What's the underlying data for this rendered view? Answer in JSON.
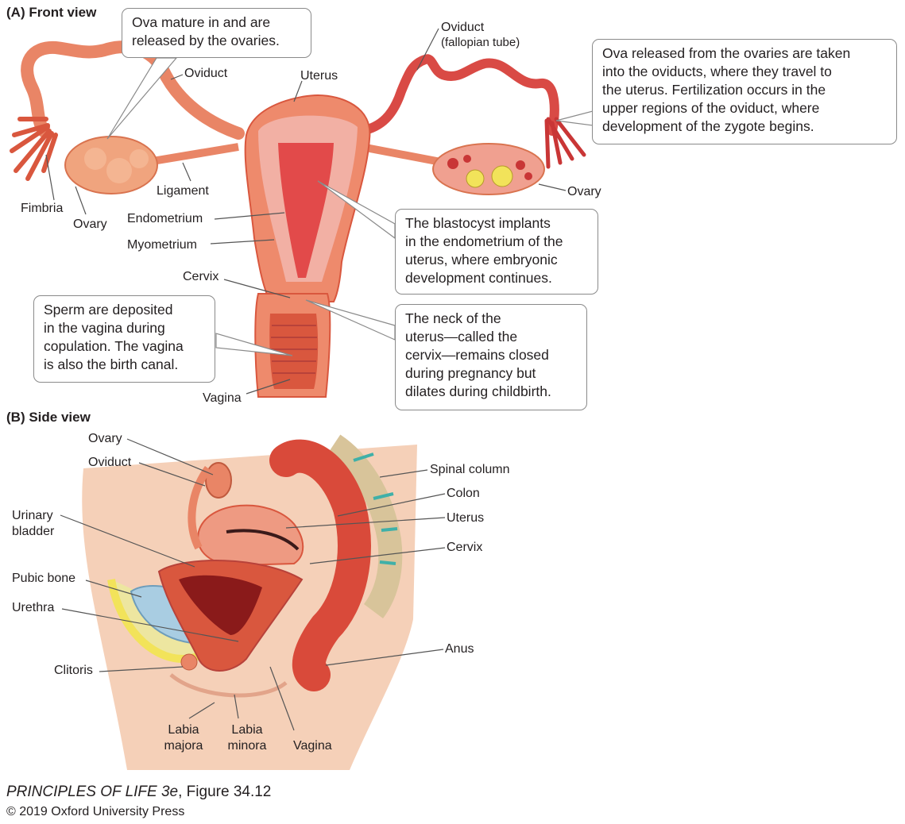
{
  "panel_a": {
    "heading": "(A)  Front view",
    "labels": {
      "oviduct_left": "Oviduct",
      "uterus": "Uterus",
      "oviduct_right_1": "Oviduct",
      "oviduct_right_2": "(fallopian tube)",
      "fimbria": "Fimbria",
      "ovary_left": "Ovary",
      "ligament": "Ligament",
      "endometrium": "Endometrium",
      "myometrium": "Myometrium",
      "cervix": "Cervix",
      "vagina": "Vagina",
      "ovary_right": "Ovary"
    },
    "callouts": {
      "ova_mature": [
        "Ova mature in and are",
        "released by the ovaries."
      ],
      "ova_released": [
        "Ova released from the ovaries are taken",
        "into the oviducts, where they travel to",
        "the uterus. Fertilization occurs in the",
        "upper regions of the oviduct, where",
        "development of the zygote begins."
      ],
      "blastocyst": [
        "The blastocyst implants",
        "in the endometrium of the",
        "uterus, where embryonic",
        "development continues."
      ],
      "sperm": [
        "Sperm are deposited",
        "in the vagina during",
        "copulation. The vagina",
        "is also the birth canal."
      ],
      "neck": [
        "The neck of the",
        "uterus—called the",
        "cervix—remains closed",
        "during pregnancy but",
        "dilates during childbirth."
      ]
    }
  },
  "panel_b": {
    "heading": "(B)  Side view",
    "labels": {
      "ovary": "Ovary",
      "oviduct": "Oviduct",
      "urinary_bladder_1": "Urinary",
      "urinary_bladder_2": "bladder",
      "pubic_bone": "Pubic bone",
      "urethra": "Urethra",
      "clitoris": "Clitoris",
      "labia_majora_1": "Labia",
      "labia_majora_2": "majora",
      "labia_minora_1": "Labia",
      "labia_minora_2": "minora",
      "vagina": "Vagina",
      "spinal_column": "Spinal column",
      "colon": "Colon",
      "uterus": "Uterus",
      "cervix": "Cervix",
      "anus": "Anus"
    }
  },
  "credit": {
    "book": "PRINCIPLES OF LIFE 3e",
    "figure": ", Figure 34.12",
    "copyright": "© 2019 Oxford University Press"
  },
  "colors": {
    "tissue": "#ee8a6c",
    "tissue_dark": "#d9573e",
    "cavity": "#e24a4a",
    "endometrium": "#f2b0a4",
    "skin": "#f5d0b8",
    "bone": "#d8c49a",
    "bladder": "#a9cde2",
    "fat": "#f2e35a",
    "leader": "#555555",
    "callout_border": "#8a8a8a"
  }
}
